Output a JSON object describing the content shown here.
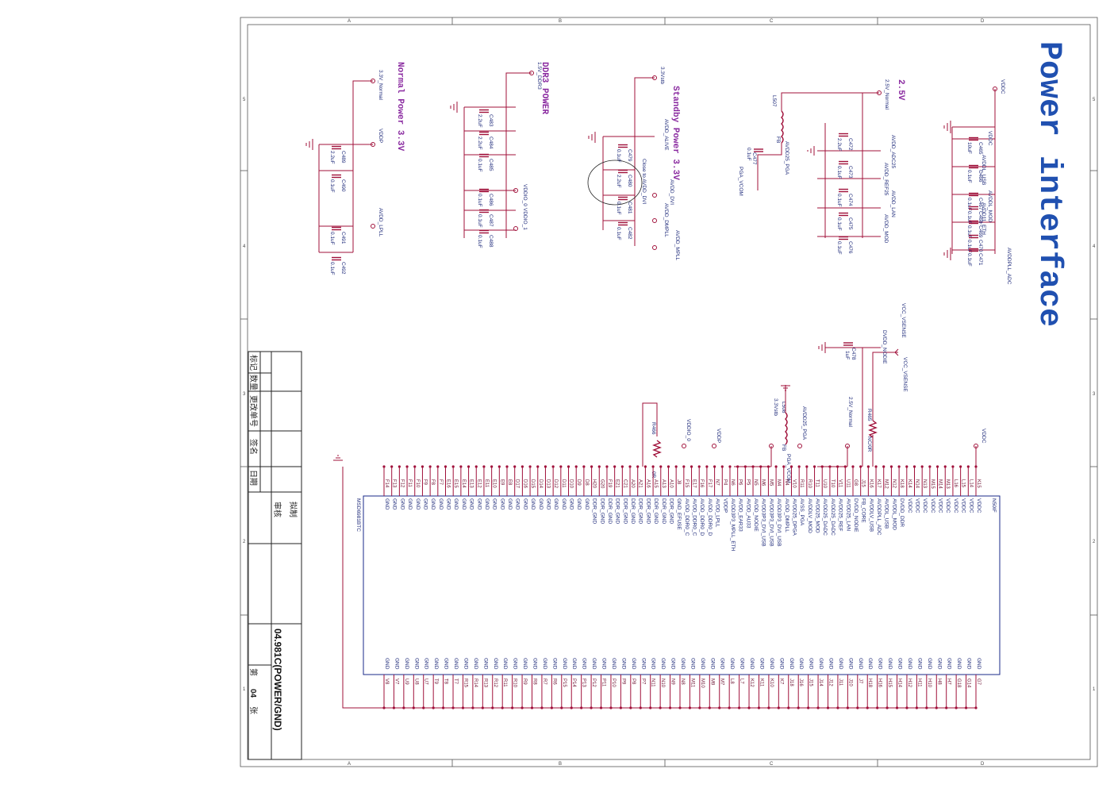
{
  "title": "Power interface",
  "sections": {
    "v25": "2.5V",
    "standby": "Standby Power 3.3V",
    "ddr3": "DDR3 POWER",
    "normal": "Normal Power 3.3V"
  },
  "rails": {
    "vddc": "VDDC",
    "v25_normal": "2.5V_Normal",
    "v33_stb": "3.3Vstb",
    "v15_ddr3": "1.5V_DDR3",
    "v33_normal": "3.3V_Normal",
    "vcc_vsense": "VCC_VSENSE"
  },
  "nets": {
    "avdd_mod": "AVDDL_MOD",
    "avdd_usb": "AVDDL_USB",
    "avdd11_eth": "AVDD11_ETH",
    "avdd_pll": "AVDDPLL_ADC",
    "avdd25_pga": "AVDD25_PGA",
    "pga_vcom": "PGA_VCOM",
    "avdd_adc25": "AVDD_ADC25",
    "avdd_ref25": "AVDD_REF25",
    "avdd_lan": "AVDD_LAN",
    "avdd_mod2": "AVDD_MOD",
    "avdd_alive": "AVDD_ALIVE",
    "avdd_dvi": "AVDD_DVI",
    "avdd_dmpll": "AVDD_DMPLL",
    "avdd_mpll": "AVDD_MPLL",
    "vddio_0": "VDDIO_0",
    "vddio_1": "VDDIO_1",
    "vddp": "VDDP",
    "avdd_lpll": "AVDD_LPLL",
    "dvdd_nodie": "DVDD_NODIE",
    "close_to": "Close to AVDD_DVI"
  },
  "caps": {
    "c465": "C465",
    "c466": "C466",
    "c467": "C467",
    "c468": "C468",
    "c469": "C469",
    "c470": "C470",
    "c471": "C471",
    "c472": "C472",
    "c473": "C473",
    "c474": "C474",
    "c475": "C475",
    "c476": "C476",
    "c477": "C477",
    "c478": "C478",
    "c479": "C479",
    "c480": "C480",
    "c481": "C481",
    "c482": "C482",
    "c483": "C483",
    "c484": "C484",
    "c485": "C485",
    "c486": "C486",
    "c487": "C487",
    "c488": "C488",
    "c489": "C489",
    "c490": "C490",
    "c491": "C491",
    "c492": "C492"
  },
  "values": {
    "v10uf": "10uF",
    "v01uf": "0.1uF",
    "v22uf": "2.2uF",
    "v1uf": "1uF"
  },
  "parts": {
    "l507": "L507",
    "l508": "L508",
    "fb": "FB",
    "r466": "R466",
    "r465": "R465",
    "r0": "0R",
    "nc0r": "NC/0R"
  },
  "ic": {
    "ref": "N50IF",
    "part": "MSD6981BTC",
    "top_pins": [
      "K15",
      "L14",
      "L15",
      "L16",
      "M13",
      "M14",
      "M15",
      "N13",
      "N14",
      "K14",
      "K18",
      "N12",
      "M12",
      "K17",
      "K16",
      "J15",
      "G8",
      "U11",
      "V11",
      "T10",
      "U10",
      "T11",
      "R10",
      "R11",
      "V10",
      "N4",
      "M4",
      "M5",
      "M6",
      "N5",
      "P5",
      "P6",
      "N6",
      "P4",
      "N7",
      "F17",
      "F16",
      "E17",
      "F15",
      "J8",
      "A10",
      "A13",
      "A15",
      "A16",
      "A21",
      "A20",
      "C21",
      "E21",
      "F19",
      "G20",
      "H20",
      "D8",
      "D9",
      "D10",
      "D11",
      "D12",
      "D13",
      "D14",
      "D15",
      "D16",
      "D17",
      "E8",
      "E9",
      "E10",
      "E11",
      "E12",
      "E13",
      "E14",
      "E15",
      "E16",
      "F7",
      "F8",
      "F9",
      "F10",
      "F11",
      "F12",
      "F13",
      "F14"
    ],
    "top_names": [
      "VDDC",
      "VDDC",
      "VDDC",
      "VDDC",
      "VDDC",
      "VDDC",
      "VDDC",
      "VDDC",
      "VDDC",
      "VDDC",
      "DVDD_DDR",
      "AVDDL_MOD",
      "AVDDL_USB",
      "AVDDPLL_ADC",
      "AVDDLV_USB",
      "FB_CORE",
      "DVDD_NODIE",
      "AVDD25_LAN",
      "AVDD25_REF",
      "AVDD25_DADC",
      "AVDD25_DADC",
      "AVDD25_MOD",
      "AVDDLV_MOD",
      "AVSS_PGA",
      "AVDD25_DPGA",
      "AVDD_DMPLL",
      "AVDD3P3_DVI_USB",
      "AVDD3P3_DVI_USB",
      "AVDD3P3_DVI_USB",
      "AVDD_NODIE",
      "AVDD_AU33",
      "AVDD_EAR33",
      "AVDD3P3_MPLL_ETH",
      "VDDP",
      "AVDD_LPLL",
      "AVDD_DDR0_D",
      "AVDD_DDR0_D",
      "AVDD_DDR0_C",
      "AVDD_DDR0_C",
      "GND_EFUSE",
      "DDR_GND",
      "DDR_GND",
      "DDR_GND",
      "DDR_GND",
      "DDR_GND",
      "DDR_GND",
      "DDR_GND",
      "DDR_GND",
      "DDR_GND",
      "DDR_GND",
      "DDR_GND",
      "GND",
      "GND",
      "GND",
      "GND",
      "GND",
      "GND",
      "GND",
      "GND",
      "GND",
      "GND",
      "GND",
      "GND",
      "GND",
      "GND",
      "GND",
      "GND",
      "GND",
      "GND",
      "GND",
      "GND",
      "GND",
      "GND",
      "GND",
      "GND",
      "GND",
      "GND",
      "GND"
    ],
    "bottom_pins": [
      "G7",
      "G14",
      "G18",
      "H7",
      "H8",
      "H10",
      "H11",
      "H12",
      "H14",
      "H15",
      "H16",
      "H18",
      "J7",
      "J10",
      "J11",
      "J12",
      "J14",
      "J15",
      "J16",
      "J18",
      "K7",
      "K10",
      "K11",
      "K12",
      "L7",
      "L8",
      "M7",
      "M9",
      "M10",
      "M11",
      "N8",
      "N9",
      "N10",
      "N11",
      "P7",
      "P8",
      "P9",
      "P10",
      "P11",
      "P12",
      "P13",
      "P14",
      "P15",
      "R6",
      "R7",
      "R8",
      "R9",
      "R10",
      "R11",
      "R12",
      "R13",
      "R14",
      "R15",
      "T7",
      "T8",
      "T9",
      "U7",
      "U8",
      "U9",
      "V7",
      "V8"
    ],
    "bottom_name": "GND"
  },
  "titleblock": {
    "drawing": "04.981C(POWER/GND)",
    "sheet_prefix": "第",
    "sheet_no": "04",
    "sheet_suffix": "张",
    "drafted": "拟制",
    "reviewed": "审核",
    "col_mark": "标记",
    "col_qty": "数量",
    "col_change": "更改单号",
    "col_sign": "签名",
    "col_date": "日期"
  },
  "grid": {
    "top_letters": [
      "A",
      "B",
      "C",
      "D"
    ],
    "side_numbers": [
      "5",
      "4",
      "3",
      "2",
      "1"
    ]
  },
  "colors": {
    "wire": "#a0103a",
    "ic": "#1a2a8a",
    "title": "#2050b0",
    "header": "#8a2aa0"
  }
}
